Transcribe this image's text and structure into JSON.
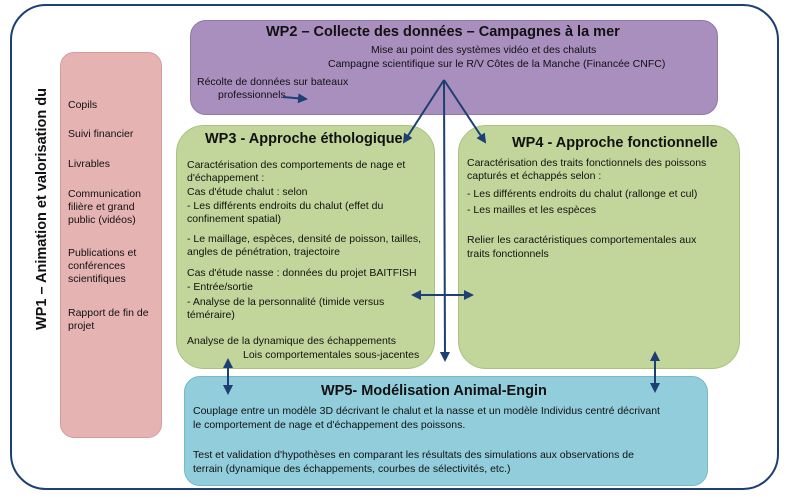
{
  "wp1": {
    "title": "WP1 – Animation et valorisation du",
    "items": [
      "Copils",
      "Suivi financier",
      "Livrables",
      "Communication",
      "filière et grand",
      "public (vidéos)",
      "Publications et",
      "conférences",
      "scientifiques",
      "Rapport de fin de",
      "projet"
    ]
  },
  "wp2": {
    "title": "WP2 – Collecte des données – Campagnes à la mer",
    "line1": "Mise au point des systèmes vidéo et des chaluts",
    "line2": "Campagne scientifique sur le R/V Côtes de la Manche (Financée CNFC)",
    "line3": "Récolte de données sur bateaux",
    "line4": "professionnels"
  },
  "wp3": {
    "title": "WP3 - Approche éthologique",
    "lines": [
      "Caractérisation des comportements de nage et",
      "d'échappement :",
      "Cas d'étude chalut : selon",
      "-  Les différents endroits du chalut (effet du",
      "   confinement spatial)",
      "- Le maillage, espèces, densité de poisson, tailles,",
      "  angles de pénétration, trajectoire",
      "Cas d'étude nasse : données du projet BAITFISH",
      "- Entrée/sortie",
      "- Analyse de la personnalité (timide versus",
      "  téméraire)",
      "Analyse de la dynamique des échappements",
      "Lois comportementales sous-jacentes"
    ]
  },
  "wp4": {
    "title": "WP4 - Approche fonctionnelle",
    "lines": [
      "Caractérisation des traits fonctionnels des poissons",
      "capturés et échappés selon :",
      "- Les différents endroits du chalut (rallonge et cul)",
      "- Les mailles et les espèces",
      "Relier les caractéristiques comportementales aux",
      "traits fonctionnels"
    ]
  },
  "wp5": {
    "title": "WP5- Modélisation Animal-Engin",
    "lines": [
      "Couplage entre un modèle 3D décrivant le chalut et la nasse et un modèle Individus centré décrivant",
      "le comportement de nage et d'échappement des poissons.",
      "Test et validation d'hypothèses en comparant les résultats des simulations aux observations de",
      "terrain (dynamique des échappements, courbes de sélectivités, etc.)"
    ]
  },
  "colors": {
    "frame": "#1d3f73",
    "wp1": "#e6b3b3",
    "wp2": "#a88fbd",
    "wp3": "#c2d69b",
    "wp4": "#c2d69b",
    "wp5": "#92cddc",
    "arrow": "#1d3f73"
  }
}
